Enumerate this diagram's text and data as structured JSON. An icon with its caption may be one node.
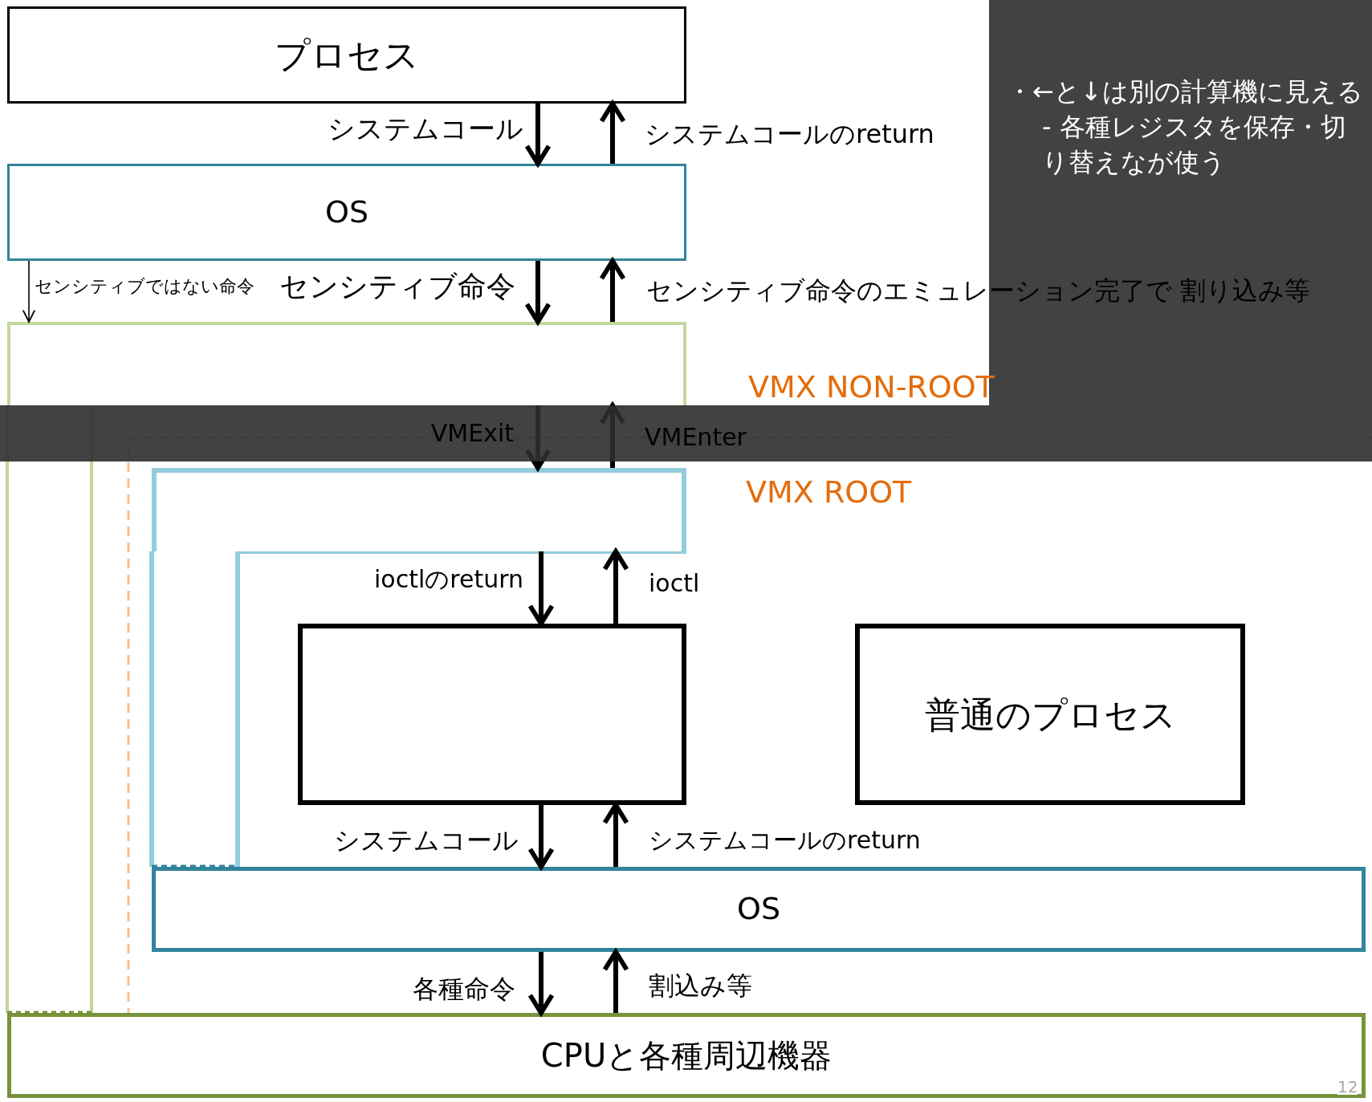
{
  "diagram": {
    "nodes": [
      {
        "text": [
          "プロセス"
        ]
      },
      {
        "text": [
          "OS"
        ]
      },
      {
        "text": [],
        "shape": "box"
      },
      {
        "text": [],
        "shape": "box"
      },
      {
        "text": [],
        "shape": "box"
      },
      {
        "text": [
          "普通のプロセス"
        ]
      },
      {
        "text": [
          "OS"
        ]
      },
      {
        "text": [
          "CPUと各種周辺機器"
        ]
      }
    ],
    "edges": [
      {
        "from": 0,
        "to": 1,
        "arrow": "to",
        "label": "システムコール"
      },
      {
        "from": 1,
        "to": 0,
        "arrow": "to",
        "label": "システムコールのreturn"
      },
      {
        "from": 1,
        "to": 2,
        "arrow": "to",
        "label": "センシティブ命令"
      },
      {
        "from": 2,
        "to": 1,
        "arrow": "to",
        "label": "センシティブ命令のエミュレーション完了で 割り込み等"
      },
      {
        "from": 1,
        "to": 2,
        "arrow": "to",
        "label": "センシティブではない命令"
      },
      {
        "from": 2,
        "to": 3,
        "arrow": "to",
        "label": "VMExit"
      },
      {
        "from": 3,
        "to": 2,
        "arrow": "to",
        "label": "VMEnter"
      },
      {
        "from": 3,
        "to": 4,
        "arrow": "to",
        "label": "ioctlのreturn"
      },
      {
        "from": 4,
        "to": 3,
        "arrow": "to",
        "label": "ioctl"
      },
      {
        "from": 4,
        "to": 6,
        "arrow": "to",
        "label": "システムコール"
      },
      {
        "from": 6,
        "to": 4,
        "arrow": "to",
        "label": "システムコールのreturn"
      },
      {
        "from": 6,
        "to": 7,
        "arrow": "to",
        "label": "各種命令"
      },
      {
        "from": 7,
        "to": 6,
        "arrow": "to",
        "label": "割込み等"
      }
    ],
    "labels": [
      "・←と↓は別の計算機に見える",
      "- 各種レジスタを保存・切り替えなが使う",
      "VMX NON-ROOT",
      "VMX ROOT",
      "12"
    ]
  }
}
